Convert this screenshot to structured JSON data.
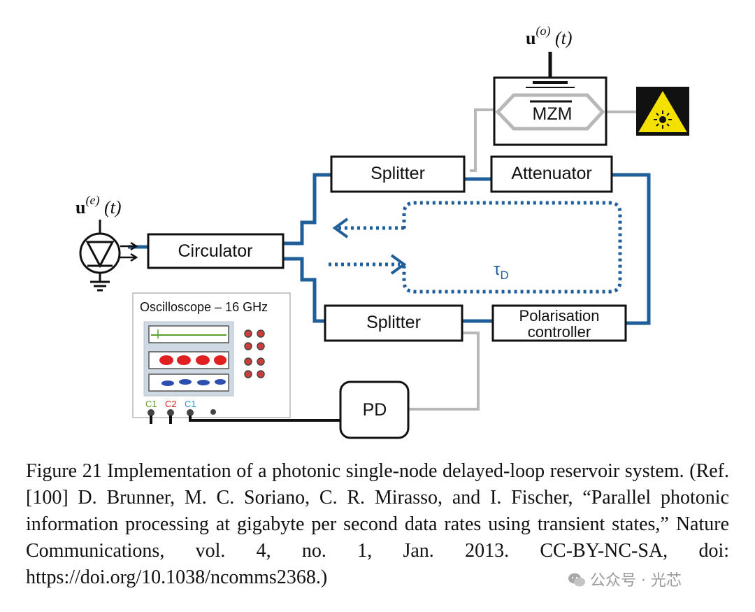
{
  "diagram": {
    "mzm_signal": {
      "symbol": "u",
      "superscript": "(o)",
      "arg": " (t)"
    },
    "input_signal": {
      "symbol": "u",
      "superscript": "(e)",
      "arg": " (t)"
    },
    "mzm_label": "MZM",
    "splitter_top_label": "Splitter",
    "attenuator_label": "Attenuator",
    "circulator_label": "Circulator",
    "splitter_bottom_label": "Splitter",
    "polarisation_label_line1": "Polarisation",
    "polarisation_label_line2": "controller",
    "delay_symbol": "τ",
    "delay_subscript": "D",
    "oscilloscope_label": "Oscilloscope – 16 GHz",
    "channel_labels": [
      "C1",
      "C2",
      "C1"
    ],
    "channel_colors": [
      "#5aa02c",
      "#e02020",
      "#1f9ad6"
    ],
    "pd_label": "PD",
    "colors": {
      "fiber": "#1f5e99",
      "electrical": "#b8b8b8",
      "laser_warning": "#f5e100",
      "trace_red": "#e02020",
      "trace_blue": "#2d4fb0",
      "trace_green": "#5aa02c"
    }
  },
  "caption": {
    "text": "Figure 21 Implementation of a photonic single-node delayed-loop reservoir system. (Ref. [100] D. Brunner, M. C. Soriano, C. R. Mirasso, and I. Fischer, “Parallel photonic information processing at gigabyte per second data rates using transient states,” Nature Communications, vol. 4, no. 1, Jan. 2013. CC-BY-NC-SA, doi: https://doi.org/10.1038/ncomms2368.)"
  },
  "watermark": {
    "text": "公众号 · 光芯",
    "icon": "wechat-icon"
  }
}
